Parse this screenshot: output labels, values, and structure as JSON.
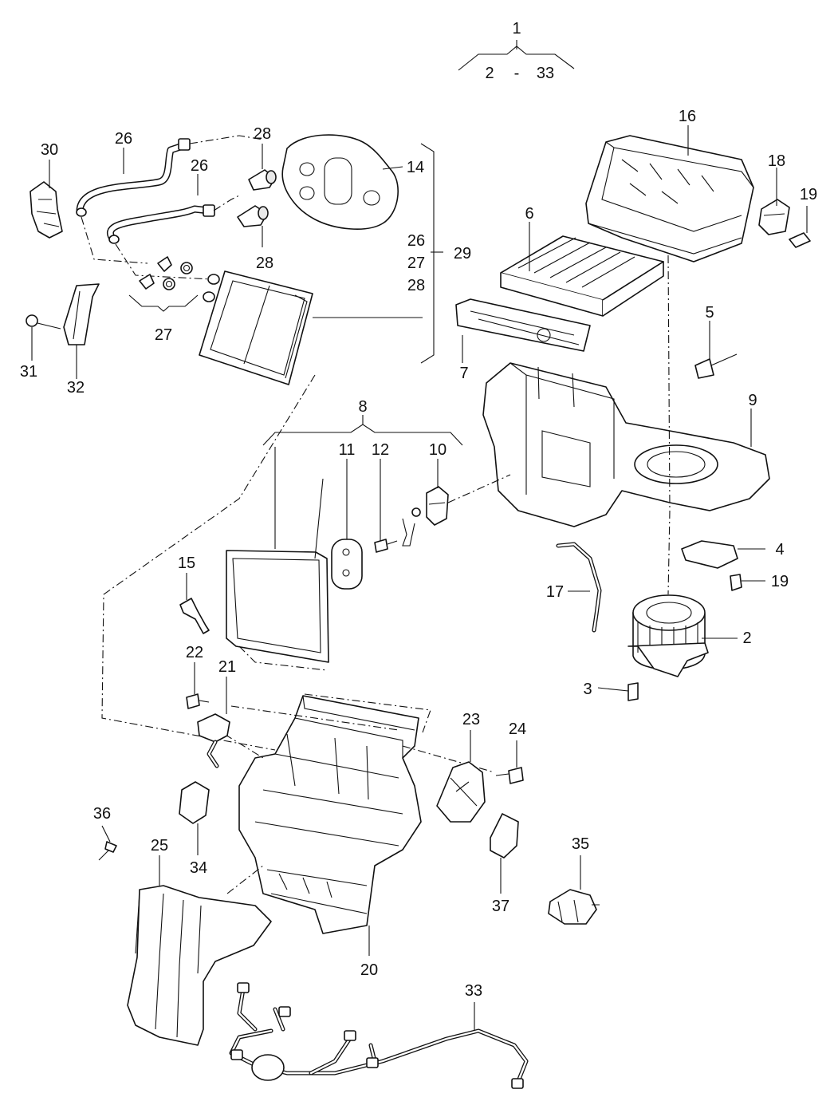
{
  "labels": {
    "p1": "1",
    "p2_range_start": "2",
    "range_dash": "-",
    "p33_range_end": "33",
    "p2": "2",
    "p3": "3",
    "p4": "4",
    "p5": "5",
    "p6": "6",
    "p7": "7",
    "p8": "8",
    "p9": "9",
    "p10": "10",
    "p11": "11",
    "p12": "12",
    "p14": "14",
    "p15": "15",
    "p16": "16",
    "p17": "17",
    "p18": "18",
    "p19a": "19",
    "p19b": "19",
    "p20": "20",
    "p21": "21",
    "p22": "22",
    "p23": "23",
    "p24": "24",
    "p25": "25",
    "p26a": "26",
    "p26b": "26",
    "p26c": "26",
    "p27a": "27",
    "p27b": "27",
    "p28a": "28",
    "p28b": "28",
    "p28c": "28",
    "p29": "29",
    "p30": "30",
    "p31": "31",
    "p32": "32",
    "p33": "33",
    "p34": "34",
    "p35": "35",
    "p36": "36",
    "p37": "37"
  }
}
